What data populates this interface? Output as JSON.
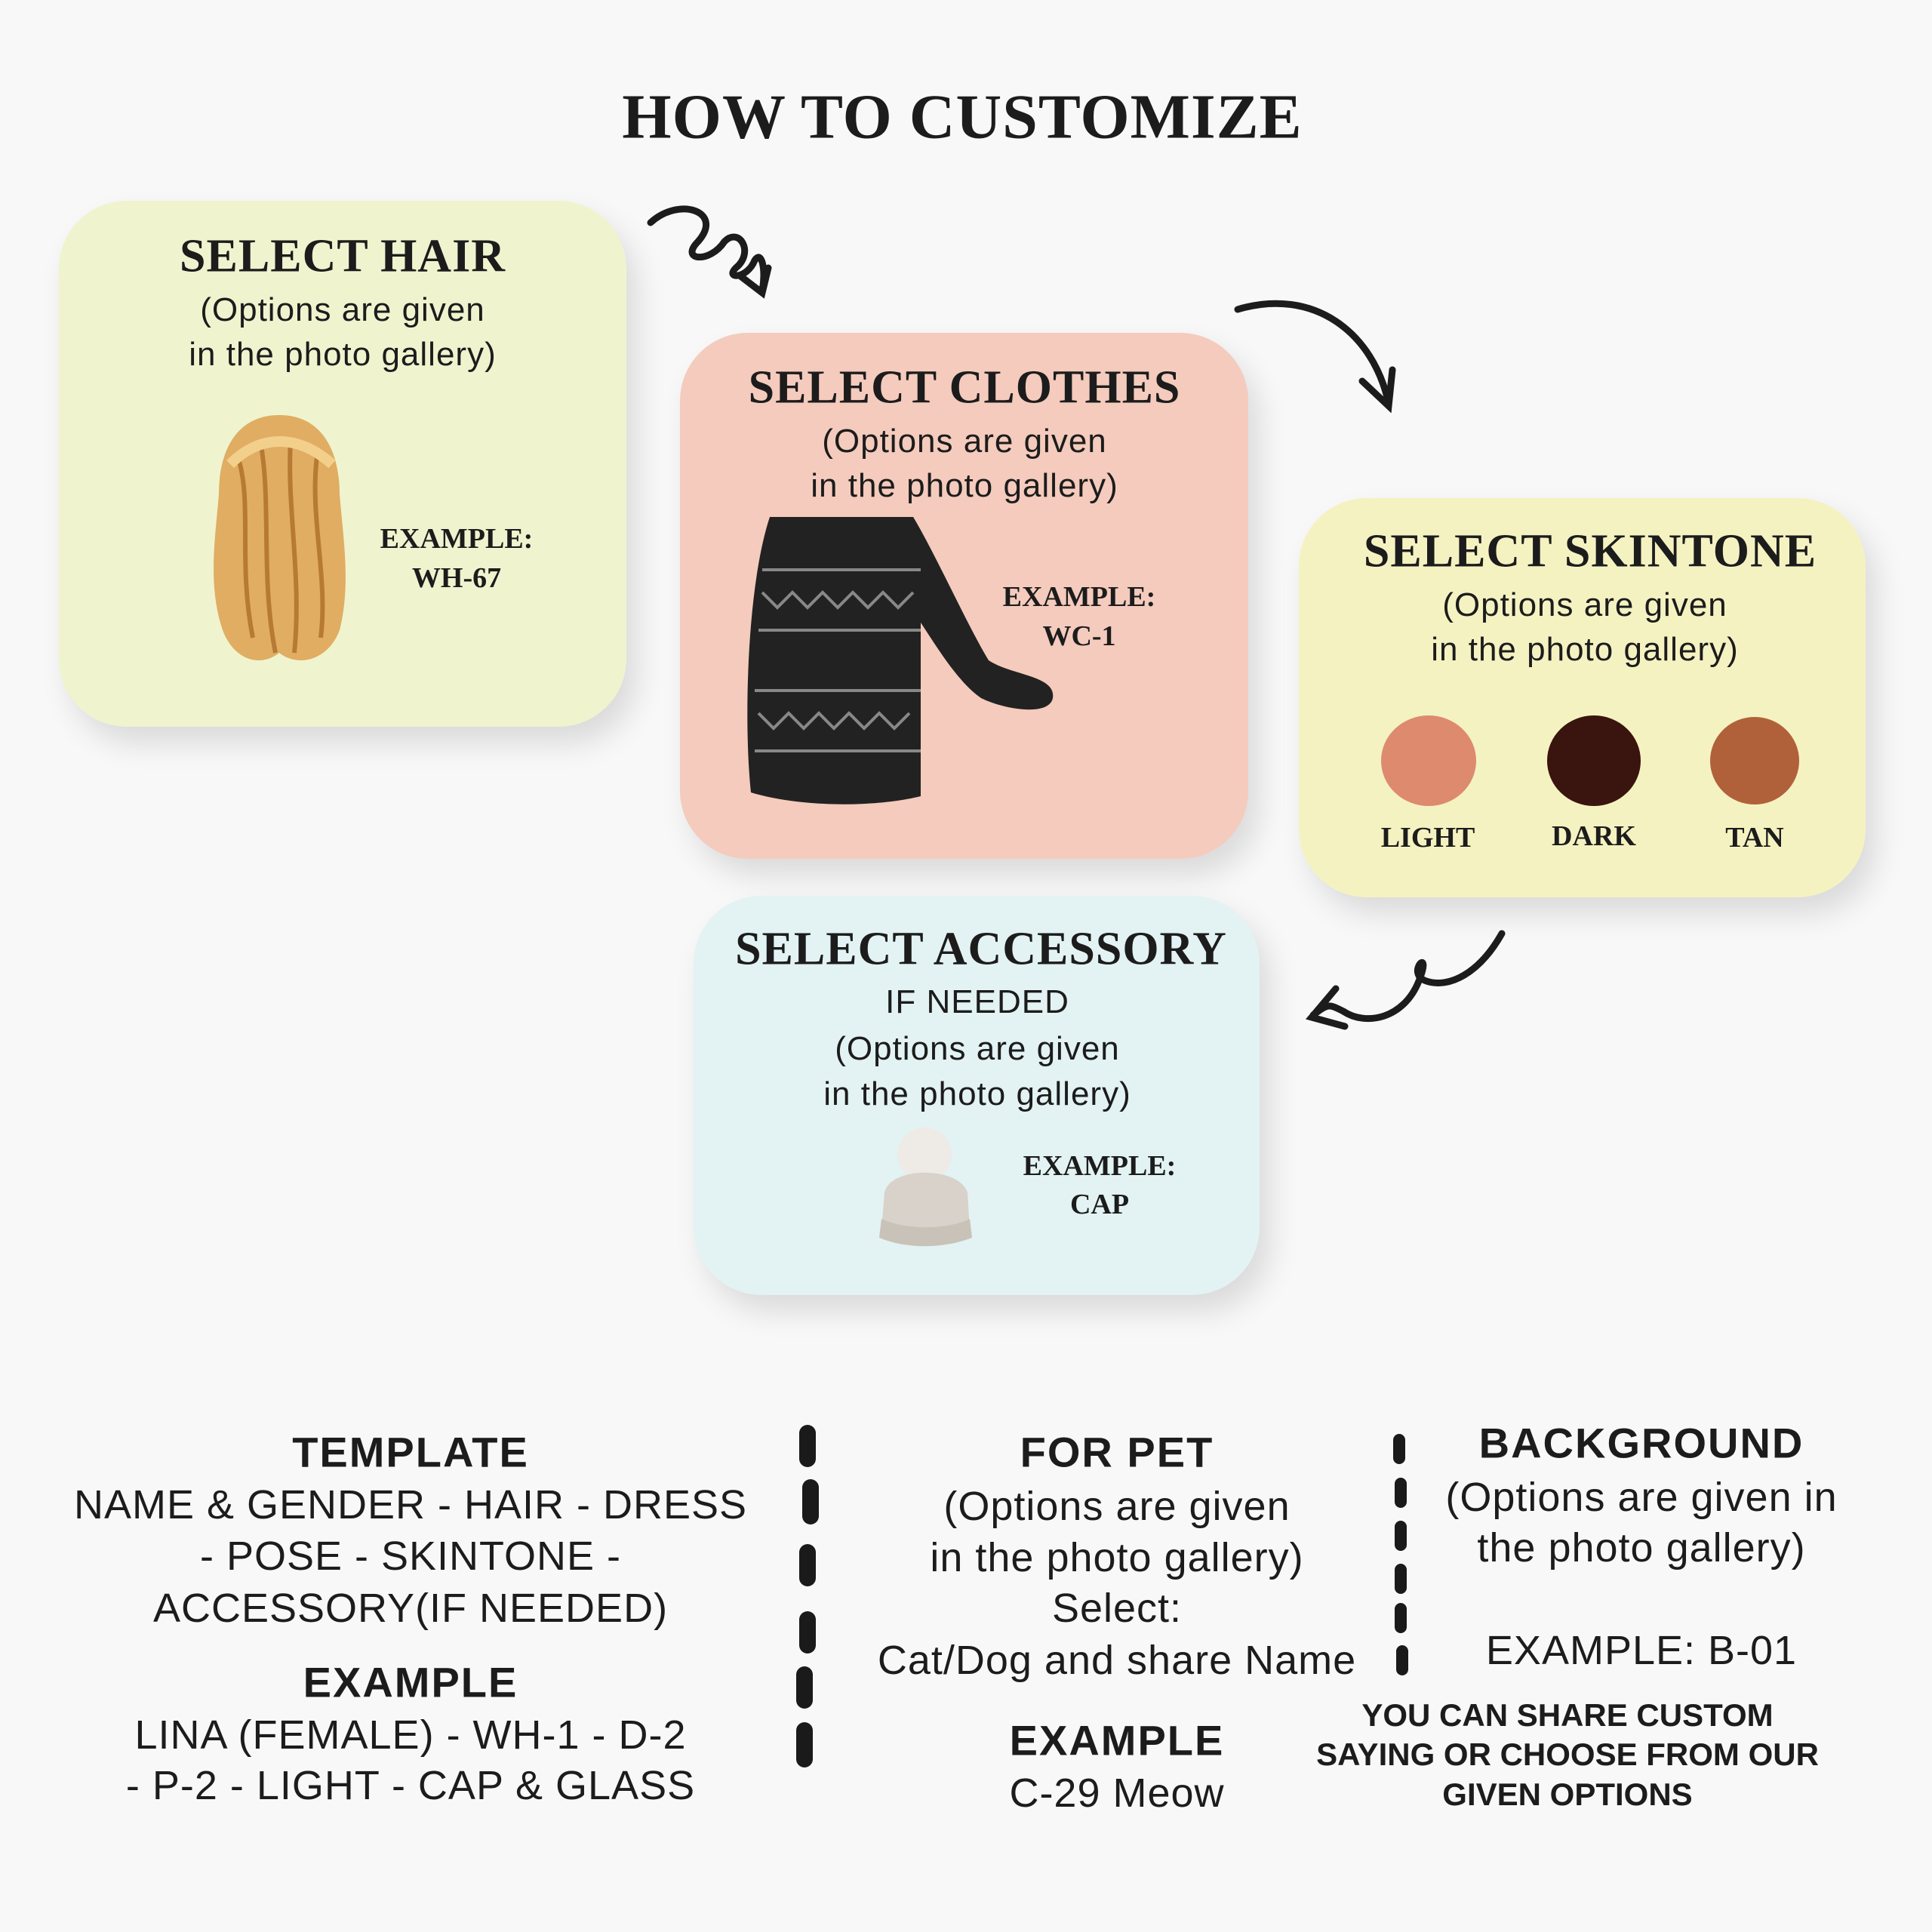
{
  "title": "HOW TO CUSTOMIZE",
  "cards": {
    "hair": {
      "title": "SELECT HAIR",
      "sub1": "(Options are given",
      "sub2": "in the photo gallery)",
      "example_label": "EXAMPLE:",
      "example_value": "WH-67"
    },
    "clothes": {
      "title": "SELECT CLOTHES",
      "sub1": "(Options are given",
      "sub2": "in the photo gallery)",
      "example_label": "EXAMPLE:",
      "example_value": "WC-1"
    },
    "skintone": {
      "title": "SELECT SKINTONE",
      "sub1": "(Options are given",
      "sub2": "in the photo gallery)",
      "options": [
        {
          "label": "LIGHT",
          "color": "#dd8a6f"
        },
        {
          "label": "DARK",
          "color": "#3a140e"
        },
        {
          "label": "TAN",
          "color": "#b1613a"
        }
      ]
    },
    "accessory": {
      "title": "SELECT ACCESSORY",
      "note": "IF NEEDED",
      "sub1": "(Options are given",
      "sub2": "in the photo gallery)",
      "example_label": "EXAMPLE:",
      "example_value": "CAP"
    }
  },
  "colors": {
    "hair_card": "#eff4cf",
    "clothes_card": "#f4cbbd",
    "skintone_card": "#f5f2c2",
    "accessory_card": "#e3f2f2"
  },
  "template": {
    "heading": "TEMPLATE",
    "lines": [
      "NAME & GENDER - HAIR - DRESS",
      "- POSE - SKINTONE -",
      "ACCESSORY(IF NEEDED)"
    ],
    "example_heading": "EXAMPLE",
    "example_lines": [
      "LINA (FEMALE) - WH-1 - D-2",
      "- P-2 - LIGHT - CAP & GLASS"
    ]
  },
  "pet": {
    "heading": "FOR PET",
    "lines": [
      "(Options are given",
      "in the photo gallery)",
      "Select:",
      "Cat/Dog and share Name"
    ],
    "example_heading": "EXAMPLE",
    "example_value": "C-29 Meow"
  },
  "background": {
    "heading": "BACKGROUND",
    "lines": [
      "(Options are given in",
      "the photo gallery)"
    ],
    "example": "EXAMPLE: B-01",
    "note_lines": [
      "YOU CAN SHARE CUSTOM",
      "SAYING OR CHOOSE FROM OUR",
      "GIVEN OPTIONS"
    ]
  }
}
